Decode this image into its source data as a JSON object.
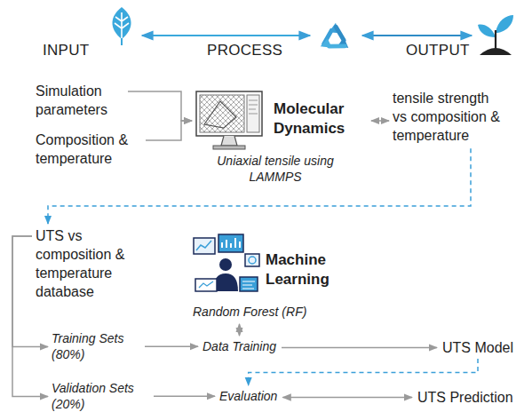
{
  "diagram": {
    "nodes": [
      {
        "text": [
          "INPUT"
        ]
      },
      {
        "text": [
          "PROCESS"
        ]
      },
      {
        "text": [
          "OUTPUT"
        ]
      },
      {
        "text": [
          "Simulation parameters"
        ]
      },
      {
        "text": [
          "Composition & temperature"
        ]
      },
      {
        "text": [
          "Molecular Dynamics",
          "Uniaxial tensile using LAMMPS"
        ]
      },
      {
        "text": [
          "tensile strength vs composition & temperature"
        ]
      },
      {
        "text": [
          "UTS vs composition & temperature database"
        ]
      },
      {
        "text": [
          "Machine Learning",
          "Random Forest (RF)"
        ]
      },
      {
        "text": [
          "Training Sets (80%)"
        ]
      },
      {
        "text": [
          "Data Training"
        ]
      },
      {
        "text": [
          "UTS Model"
        ]
      },
      {
        "text": [
          "Validation Sets (20%)"
        ]
      },
      {
        "text": [
          "Evaluation"
        ]
      },
      {
        "text": [
          "UTS Prediction"
        ]
      }
    ],
    "edges": [
      {
        "from": 0,
        "to": 1,
        "arrow": "both"
      },
      {
        "from": 1,
        "to": 2,
        "arrow": "both"
      },
      {
        "from": 3,
        "to": 5,
        "arrow": "to"
      },
      {
        "from": 4,
        "to": 5,
        "arrow": "to"
      },
      {
        "from": 5,
        "to": 6,
        "arrow": "both"
      },
      {
        "from": 6,
        "to": 7,
        "arrow": "to"
      },
      {
        "from": 7,
        "to": 9,
        "arrow": "to"
      },
      {
        "from": 7,
        "to": 12,
        "arrow": "to"
      },
      {
        "from": 9,
        "to": 10,
        "arrow": "to"
      },
      {
        "from": 8,
        "to": 10,
        "arrow": "both"
      },
      {
        "from": 10,
        "to": 11,
        "arrow": "to"
      },
      {
        "from": 11,
        "to": 13,
        "arrow": "to"
      },
      {
        "from": 12,
        "to": 13,
        "arrow": "to"
      },
      {
        "from": 13,
        "to": 14,
        "arrow": "both"
      }
    ]
  }
}
